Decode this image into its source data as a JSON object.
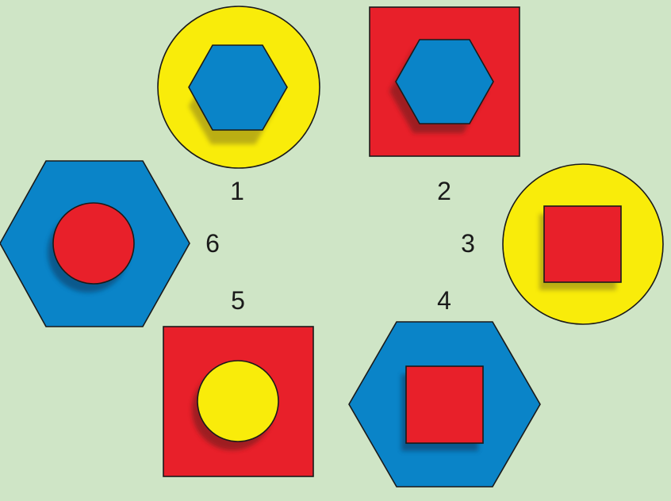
{
  "colors": {
    "background": "#cfe5c6",
    "yellow": "#f9ec0a",
    "red": "#e8202a",
    "blue": "#0a84c8",
    "shadow": "#6b6b2a",
    "outline": "#1a1a1a"
  },
  "figures": [
    {
      "number": "1",
      "outer": "circle",
      "outer_color": "yellow",
      "inner": "hexagon",
      "inner_color": "blue"
    },
    {
      "number": "2",
      "outer": "square",
      "outer_color": "red",
      "inner": "hexagon",
      "inner_color": "blue"
    },
    {
      "number": "3",
      "outer": "circle",
      "outer_color": "yellow",
      "inner": "square",
      "inner_color": "red"
    },
    {
      "number": "4",
      "outer": "hexagon",
      "outer_color": "blue",
      "inner": "square",
      "inner_color": "red"
    },
    {
      "number": "5",
      "outer": "square",
      "outer_color": "red",
      "inner": "circle",
      "inner_color": "yellow"
    },
    {
      "number": "6",
      "outer": "hexagon",
      "outer_color": "blue",
      "inner": "circle",
      "inner_color": "red"
    }
  ]
}
